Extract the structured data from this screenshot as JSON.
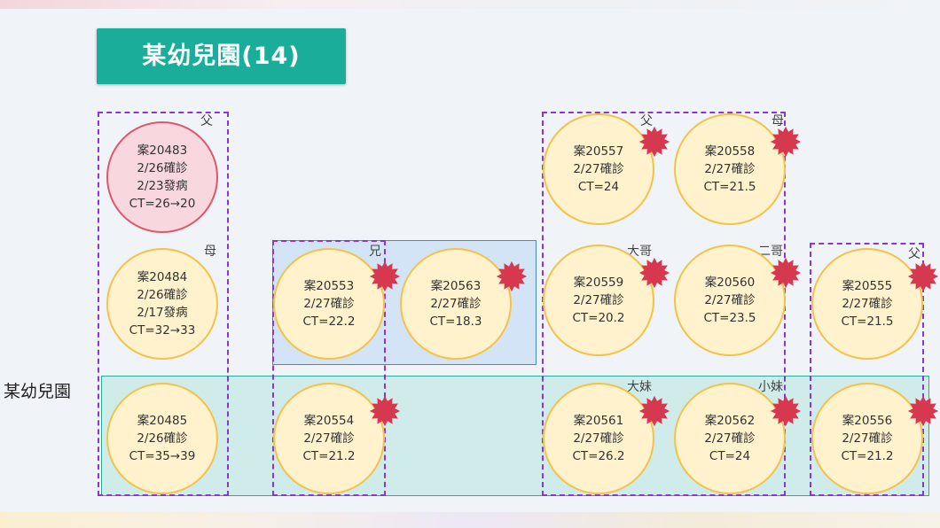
{
  "title": "某幼兒園(14)",
  "row_label": "某幼兒園",
  "colors": {
    "title_bg": "#1aae9a",
    "circle_fill": "#fff2cc",
    "circle_border": "#f3c24a",
    "index_fill": "#f9d7df",
    "index_border": "#e0566b",
    "star": "#d6394f",
    "dashed": "#8a35d6",
    "blue_region": "#d2e4f5",
    "teal_region": "#cfecea"
  },
  "cases": [
    {
      "id": "20483",
      "lines": [
        "案20483",
        "2/26確診",
        "2/23發病",
        "CT=26→20"
      ],
      "index_case": true,
      "star": false
    },
    {
      "id": "20484",
      "lines": [
        "案20484",
        "2/26確診",
        "2/17發病",
        "CT=32→33"
      ],
      "star": false
    },
    {
      "id": "20485",
      "lines": [
        "案20485",
        "2/26確診",
        "CT=35→39"
      ],
      "star": false
    },
    {
      "id": "20553",
      "lines": [
        "案20553",
        "2/27確診",
        "CT=22.2"
      ],
      "star": true
    },
    {
      "id": "20563",
      "lines": [
        "案20563",
        "2/27確診",
        "CT=18.3"
      ],
      "star": true
    },
    {
      "id": "20554",
      "lines": [
        "案20554",
        "2/27確診",
        "CT=21.2"
      ],
      "star": true
    },
    {
      "id": "20557",
      "lines": [
        "案20557",
        "2/27確診",
        "CT=24"
      ],
      "star": true
    },
    {
      "id": "20558",
      "lines": [
        "案20558",
        "2/27確診",
        "CT=21.5"
      ],
      "star": true
    },
    {
      "id": "20559",
      "lines": [
        "案20559",
        "2/27確診",
        "CT=20.2"
      ],
      "star": true
    },
    {
      "id": "20560",
      "lines": [
        "案20560",
        "2/27確診",
        "CT=23.5"
      ],
      "star": true
    },
    {
      "id": "20561",
      "lines": [
        "案20561",
        "2/27確診",
        "CT=26.2"
      ],
      "star": true
    },
    {
      "id": "20562",
      "lines": [
        "案20562",
        "2/27確診",
        "CT=24"
      ],
      "star": true
    },
    {
      "id": "20555",
      "lines": [
        "案20555",
        "2/27確診",
        "CT=21.5"
      ],
      "star": true
    },
    {
      "id": "20556",
      "lines": [
        "案20556",
        "2/27確診",
        "CT=21.2"
      ],
      "star": true
    }
  ],
  "relations": [
    "父",
    "母",
    "兄",
    "父",
    "母",
    "大哥",
    "二哥",
    "大妹",
    "小妹",
    "父"
  ]
}
